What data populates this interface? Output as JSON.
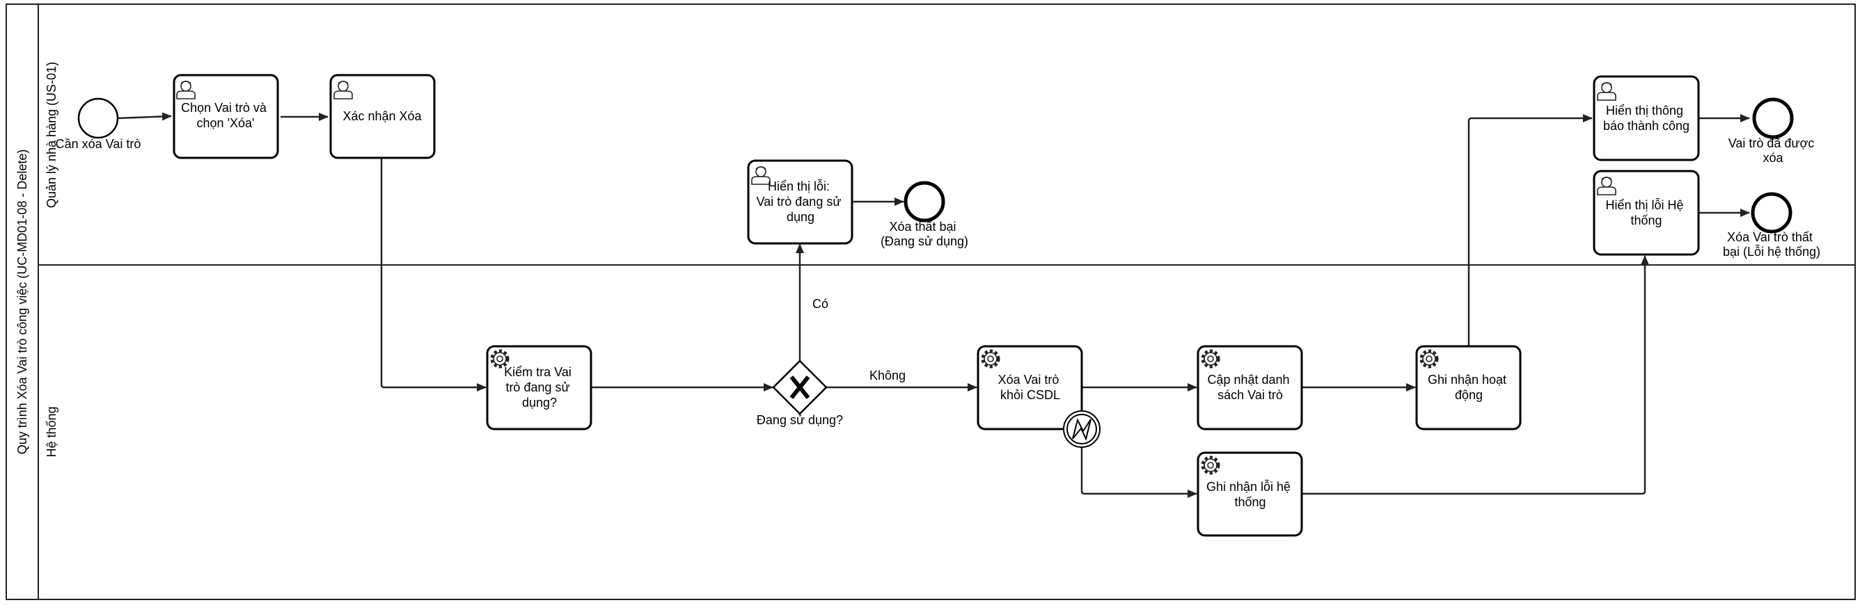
{
  "pool": {
    "title": "Quy trình Xóa Vai trò công việc (UC-MD01-08 - Delete)",
    "lanes": {
      "manager": "Quản lý nhà hàng (US-01)",
      "system": "Hệ thống"
    }
  },
  "events": {
    "start": "Cần xóa Vai trò",
    "end_in_use": [
      "Xóa thất bại",
      "(Đang sử dụng)"
    ],
    "end_success": [
      "Vai trò đã được",
      "xóa"
    ],
    "end_system_error": [
      "Xóa Vai trò thất",
      "bại (Lỗi hệ thống)"
    ]
  },
  "tasks": {
    "select_role": [
      "Chọn Vai trò và",
      "chọn 'Xóa'"
    ],
    "confirm_delete": [
      "Xác nhận Xóa"
    ],
    "show_in_use_error": [
      "Hiển thị lỗi:",
      "Vai trò đang sử",
      "dụng"
    ],
    "check_in_use": [
      "Kiểm tra Vai",
      "trò đang sử",
      "dụng?"
    ],
    "delete_from_db": [
      "Xóa Vai trò",
      "khỏi CSDL"
    ],
    "update_list": [
      "Cập nhật danh",
      "sách Vai trò"
    ],
    "log_activity": [
      "Ghi nhận hoạt",
      "động"
    ],
    "log_system_error": [
      "Ghi nhận lỗi hệ",
      "thống"
    ],
    "show_success": [
      "Hiển thị thông",
      "báo thành công"
    ],
    "show_system_error": [
      "Hiển thị lỗi Hệ",
      "thống"
    ]
  },
  "gateway": {
    "label": "Đang sử dụng?",
    "yes": "Có",
    "no": "Không"
  }
}
